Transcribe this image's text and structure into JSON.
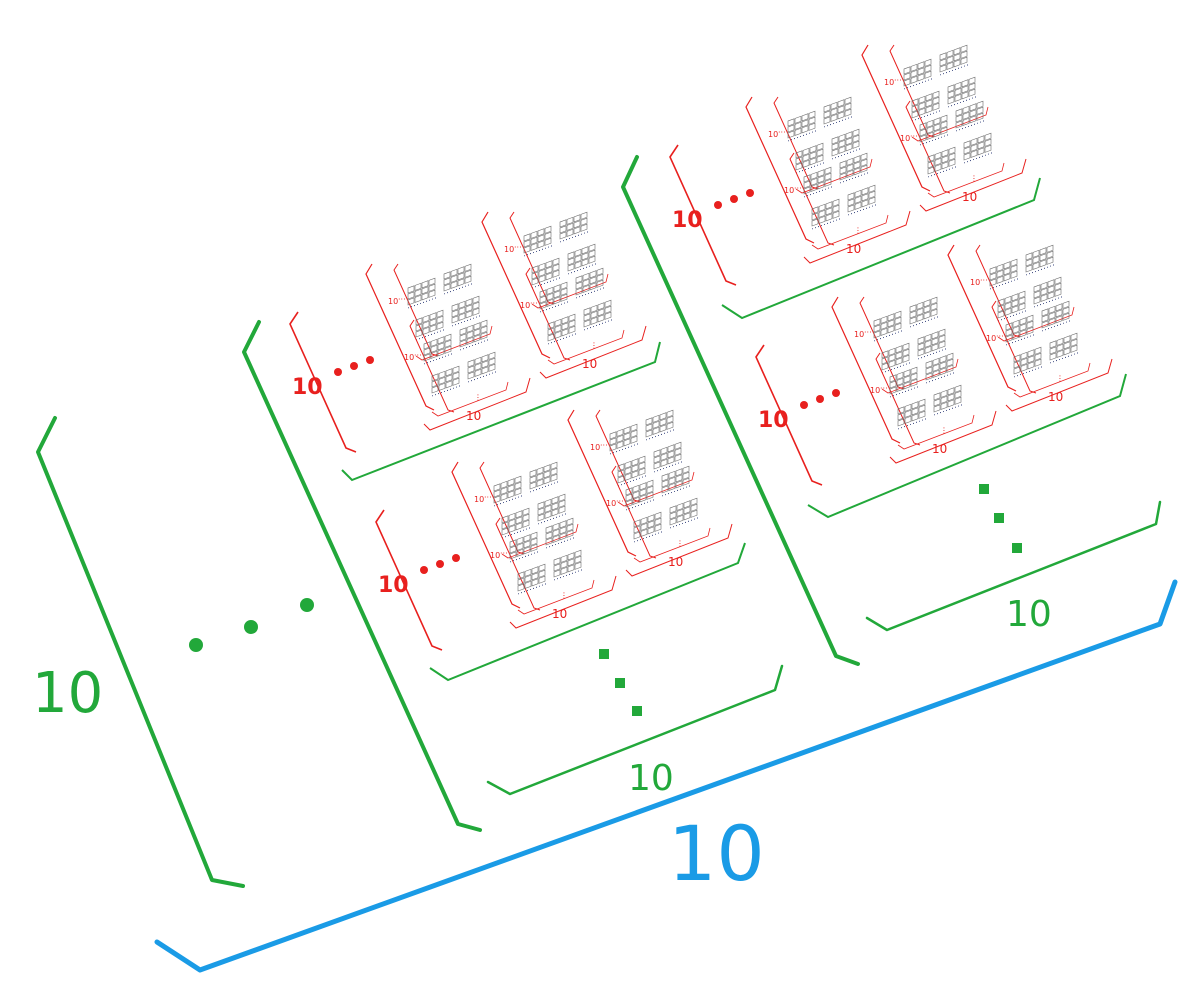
{
  "colors": {
    "outer": "#1a9be6",
    "level2": "#22a83a",
    "level3": "#e8201e",
    "fine": "#6a6a6a",
    "dots": "#1b2a6b"
  },
  "labels": {
    "outer_label": "10",
    "green_labels": [
      "10",
      "10",
      "10"
    ],
    "red_labels": [
      "10",
      "10",
      "10",
      "10"
    ],
    "red_small_labels": [
      "10",
      "10",
      "10",
      "10",
      "10",
      "10",
      "10",
      "10"
    ],
    "tiny_labels": [
      "10",
      "10",
      "10",
      "10",
      "10",
      "10",
      "10",
      "10",
      "10",
      "10",
      "10",
      "10",
      "10",
      "10",
      "10",
      "10",
      "10",
      "10",
      "10",
      "10",
      "10",
      "10",
      "10",
      "10",
      "10",
      "10",
      "10",
      "10",
      "10",
      "10",
      "10",
      "10"
    ]
  }
}
